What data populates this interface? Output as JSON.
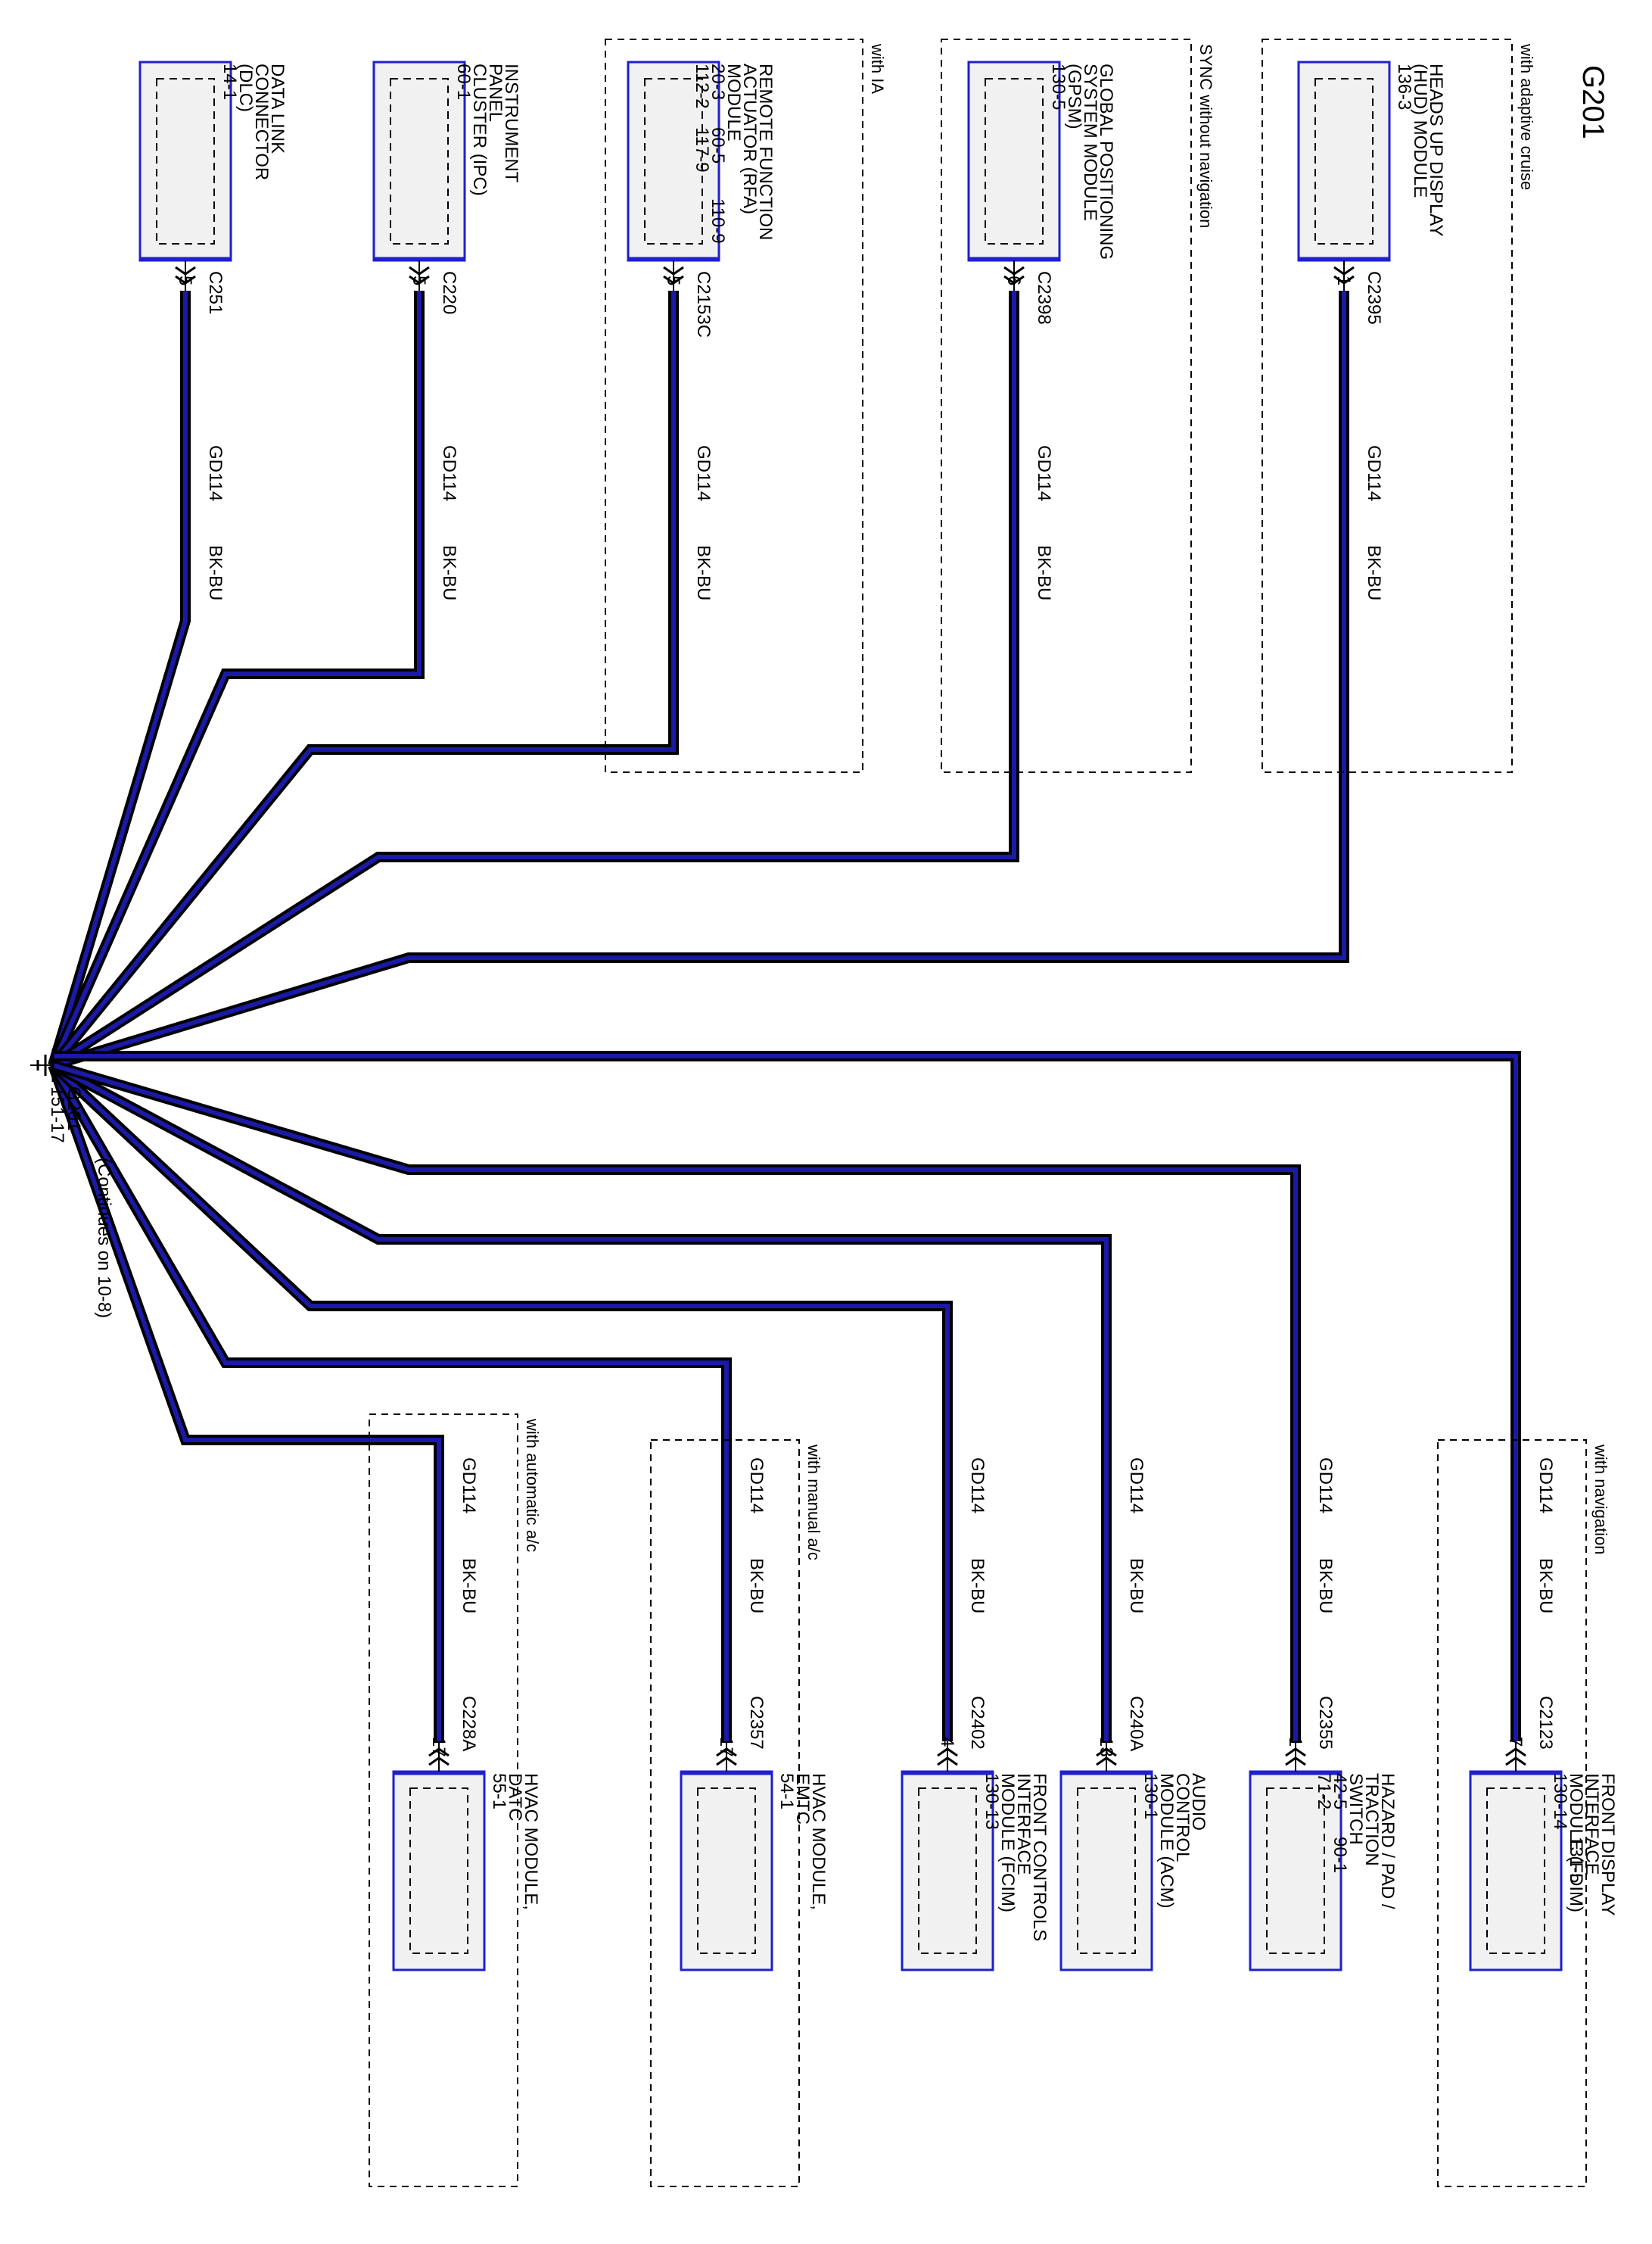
{
  "title": "G201",
  "ground": {
    "name": "G201",
    "ref": "151-17",
    "note": "(Continues on 10-8)"
  },
  "colors": {
    "wire": "#1a1aa6",
    "frame": "#1f1fd0",
    "fill": "#f1f1f1",
    "ink": "#000000"
  },
  "components": [
    {
      "id": "dlc",
      "lines": [
        "DATA LINK",
        "CONNECTOR",
        "(DLC)",
        "14-1"
      ],
      "connector": "C251",
      "pin": "5",
      "circuit": "GD114",
      "color": "BK-BU"
    },
    {
      "id": "ipc",
      "lines": [
        "INSTRUMENT",
        "PANEL",
        "CLUSTER (IPC)",
        "60-1"
      ],
      "connector": "C220",
      "pin": "5",
      "circuit": "GD114",
      "color": "BK-BU"
    },
    {
      "id": "rfa",
      "option": "with IA",
      "lines": [
        "REMOTE FUNCTION",
        "ACTUATOR (RFA)",
        "MODULE",
        "20-3",
        "112-2"
      ],
      "refs2": [
        "60-5",
        "117-9"
      ],
      "refs3": [
        "110-9"
      ],
      "connector": "C2153C",
      "pin": "5",
      "circuit": "GD114",
      "color": "BK-BU"
    },
    {
      "id": "gpsm",
      "option": "SYNC without navigation",
      "lines": [
        "GLOBAL POSITIONING",
        "SYSTEM MODULE",
        "(GPSM)",
        "130-5"
      ],
      "connector": "C2398",
      "pin": "6",
      "circuit": "GD114",
      "color": "BK-BU"
    },
    {
      "id": "hud",
      "option": "with adaptive cruise",
      "lines": [
        "HEADS UP DISPLAY",
        "(HUD) MODULE",
        "136-3"
      ],
      "connector": "C2395",
      "pin": "1",
      "circuit": "GD114",
      "color": "BK-BU"
    },
    {
      "id": "datc",
      "option": "with automatic a/c",
      "lines": [
        "HVAC MODULE,",
        "DATC",
        "55-1"
      ],
      "connector": "C228A",
      "pin": "17",
      "circuit": "GD114",
      "color": "BK-BU"
    },
    {
      "id": "emtc",
      "option": "with manual a/c",
      "lines": [
        "HVAC MODULE,",
        "EMTC",
        "54-1"
      ],
      "connector": "C2357",
      "pin": "17",
      "circuit": "GD114",
      "color": "BK-BU"
    },
    {
      "id": "fcim",
      "lines": [
        "FRONT CONTROLS",
        "INTERFACE",
        "MODULE (FCIM)",
        "130-13"
      ],
      "connector": "C2402",
      "pin": "4",
      "circuit": "GD114",
      "color": "BK-BU"
    },
    {
      "id": "acm",
      "lines": [
        "AUDIO",
        "CONTROL",
        "MODULE (ACM)",
        "130-1"
      ],
      "connector": "C240A",
      "pin": "13",
      "circuit": "GD114",
      "color": "BK-BU"
    },
    {
      "id": "hazard",
      "lines": [
        "HAZARD / PAD /",
        "TRACTION",
        "SWITCH",
        "42-5",
        "71-2"
      ],
      "refs2": [
        "90-1"
      ],
      "connector": "C2355",
      "pin": "1",
      "circuit": "GD114",
      "color": "BK-BU"
    },
    {
      "id": "fdim",
      "option": "with navigation",
      "lines": [
        "FRONT DISPLAY",
        "INTERFACE",
        "MODULE (FDIM)",
        "130-14"
      ],
      "refs2": [
        "131-5"
      ],
      "connector": "C2123",
      "pin": "7",
      "circuit": "GD114",
      "color": "BK-BU"
    }
  ]
}
